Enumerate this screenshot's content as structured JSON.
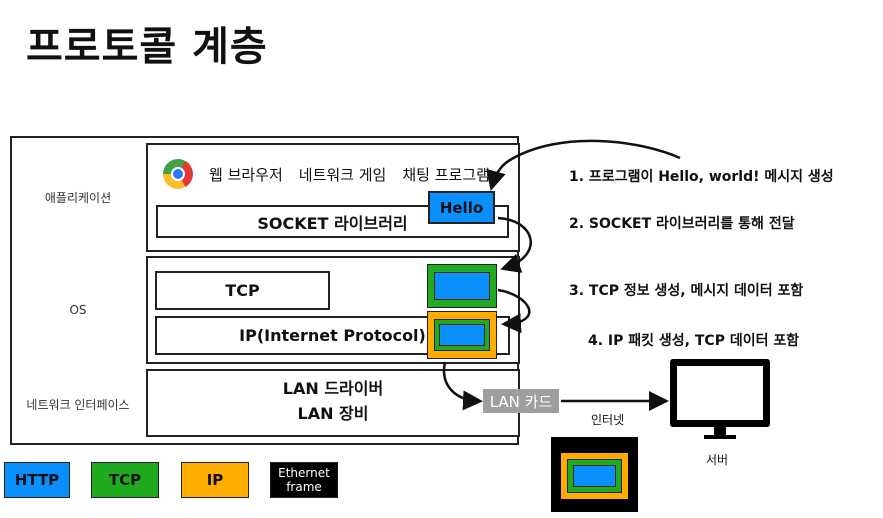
{
  "title": "프로토콜 계층",
  "layers": {
    "application": "애플리케이션",
    "os": "OS",
    "network_interface": "네트워크 인터페이스"
  },
  "apps": {
    "browser": "웹 브라우저",
    "game": "네트워크 게임",
    "chat": "채팅 프로그램"
  },
  "socket_label": "SOCKET 라이브러리",
  "hello_label": "Hello",
  "tcp_label": "TCP",
  "ip_label": "IP(Internet Protocol)",
  "lan": {
    "driver": "LAN 드라이버",
    "device": "LAN 장비",
    "card": "LAN 카드"
  },
  "internet_label": "인터넷",
  "server_label": "서버",
  "steps": [
    "1. 프로그램이 Hello, world! 메시지 생성",
    "2. SOCKET 라이브러리를 통해 전달",
    "3. TCP 정보 생성, 메시지 데이터 포함",
    "4. IP 패킷 생성, TCP 데이터 포함"
  ],
  "legend": {
    "http": "HTTP",
    "tcp": "TCP",
    "ip": "IP",
    "ethernet_line1": "Ethernet",
    "ethernet_line2": "frame"
  },
  "colors": {
    "http": "#0a8fff",
    "tcp": "#1faa1f",
    "ip": "#ffab00",
    "ethernet": "#000000",
    "lan_card": "#9e9e9e"
  }
}
